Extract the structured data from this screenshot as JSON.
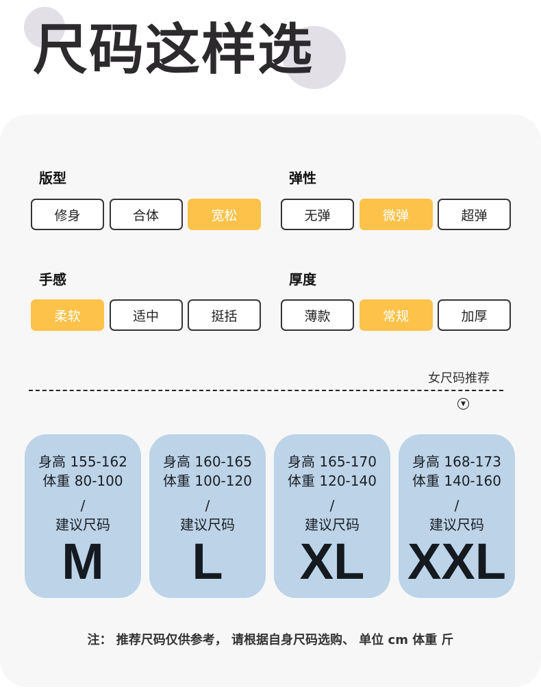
{
  "title": "尺码这样选",
  "groups": [
    {
      "label": "版型",
      "options": [
        "修身",
        "合体",
        "宽松"
      ],
      "selected": 2
    },
    {
      "label": "弹性",
      "options": [
        "无弹",
        "微弹",
        "超弹"
      ],
      "selected": 1
    },
    {
      "label": "手感",
      "options": [
        "柔软",
        "适中",
        "挺括"
      ],
      "selected": 0
    },
    {
      "label": "厚度",
      "options": [
        "薄款",
        "常规",
        "加厚"
      ],
      "selected": 1
    }
  ],
  "recommend_label": "女尺码推荐",
  "sizes": [
    {
      "height": "身高 155-162",
      "weight": "体重 80-100",
      "sep": "/",
      "suggest": "建议尺码",
      "size": "M"
    },
    {
      "height": "身高 160-165",
      "weight": "体重 100-120",
      "sep": "/",
      "suggest": "建议尺码",
      "size": "L"
    },
    {
      "height": "身高 165-170",
      "weight": "体重 120-140",
      "sep": "/",
      "suggest": "建议尺码",
      "size": "XL"
    },
    {
      "height": "身高 168-173",
      "weight": "体重 140-160",
      "sep": "/",
      "suggest": "建议尺码",
      "size": "XXL"
    }
  ],
  "note": "注： 推荐尺码仅供参考， 请根据自身尺码选购、 单位 cm 体重 斤",
  "colors": {
    "highlight": "#fcc24a",
    "size_card": "#bcd3e8"
  }
}
